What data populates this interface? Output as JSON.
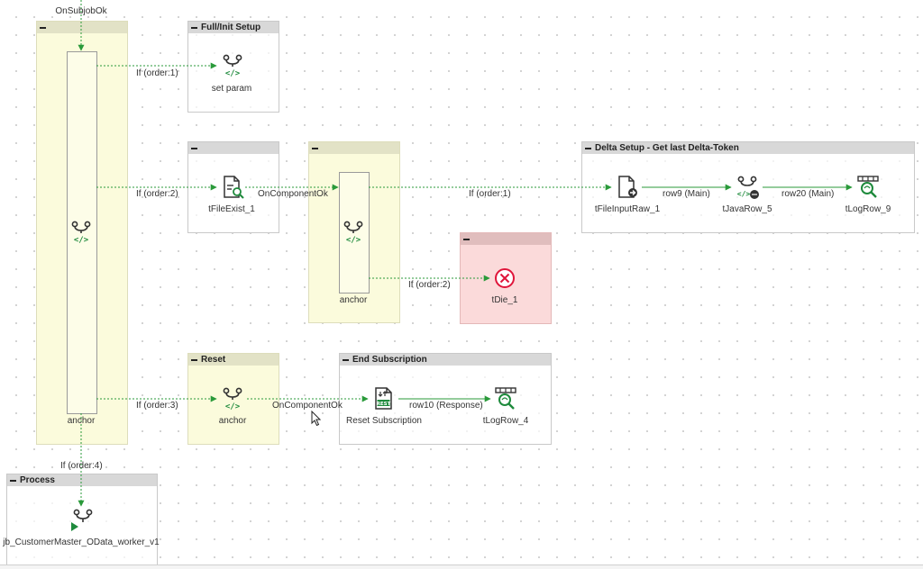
{
  "subjobs": {
    "main": {
      "header": ""
    },
    "full_init": {
      "header": "Full/Init Setup"
    },
    "file_exist": {
      "header": ""
    },
    "anchor2_box": {
      "header": ""
    },
    "delta": {
      "header": "Delta Setup - Get last Delta-Token"
    },
    "die": {
      "header": ""
    },
    "reset": {
      "header": "Reset"
    },
    "end_sub": {
      "header": "End Subscription"
    },
    "process": {
      "header": "Process"
    }
  },
  "components": {
    "anchor_main": "anchor",
    "set_param": "set param",
    "tfileexist": "tFileExist_1",
    "anchor_mid": "anchor",
    "tfileinputraw": "tFileInputRaw_1",
    "tjavarow": "tJavaRow_5",
    "tlogrow9": "tLogRow_9",
    "tdie": "tDie_1",
    "anchor_reset": "anchor",
    "reset_subscription": "Reset Subscription",
    "tlogrow4": "tLogRow_4",
    "worker": "jb_CustomerMaster_OData_worker_v1"
  },
  "links": {
    "onsubjobok": "OnSubjobOk",
    "if1": "If (order:1)",
    "if2": "If (order:2)",
    "oncomp1": "OnComponentOk",
    "if1b": "If (order:1)",
    "row9": "row9 (Main)",
    "row20": "row20 (Main)",
    "if2b": "If (order:2)",
    "if3": "If (order:3)",
    "oncomp2": "OnComponentOk",
    "row10": "row10 (Response)",
    "if4": "If (order:4)"
  },
  "colors": {
    "icon_green": "#1e8a3c",
    "link_green": "#2a9a3a",
    "die_red": "#e0153a"
  },
  "icons": {
    "anchor": "tjava-flow-icon",
    "file_exist": "file-search-icon",
    "file_input": "file-arrow-icon",
    "java_row": "java-row-icon",
    "log_row": "log-row-icon",
    "die": "die-x-icon",
    "rest": "rest-icon",
    "run_job": "run-job-icon"
  }
}
